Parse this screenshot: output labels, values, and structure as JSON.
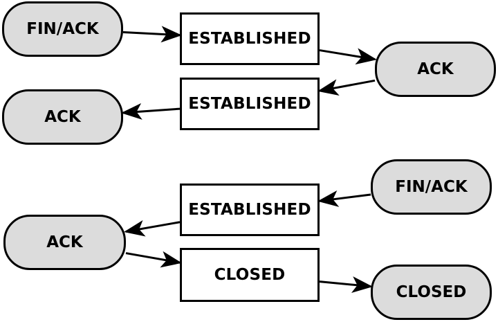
{
  "colors": {
    "pill_fill": "#dcdcdc",
    "box_fill": "#ffffff",
    "stroke": "#000000"
  },
  "nodes": {
    "finack_top": "FIN/ACK",
    "est_top1": "ESTABLISHED",
    "ack_right_top": "ACK",
    "est_top2": "ESTABLISHED",
    "ack_left_top": "ACK",
    "finack_bottom": "FIN/ACK",
    "est_bottom": "ESTABLISHED",
    "ack_left_bottom": "ACK",
    "closed_box": "CLOSED",
    "closed_pill": "CLOSED"
  },
  "edges": [
    {
      "from": "finack_top",
      "to": "est_top1"
    },
    {
      "from": "est_top1",
      "to": "ack_right_top"
    },
    {
      "from": "ack_right_top",
      "to": "est_top2"
    },
    {
      "from": "est_top2",
      "to": "ack_left_top"
    },
    {
      "from": "finack_bottom",
      "to": "est_bottom"
    },
    {
      "from": "est_bottom",
      "to": "ack_left_bottom"
    },
    {
      "from": "ack_left_bottom",
      "to": "closed_box"
    },
    {
      "from": "closed_box",
      "to": "closed_pill"
    }
  ]
}
